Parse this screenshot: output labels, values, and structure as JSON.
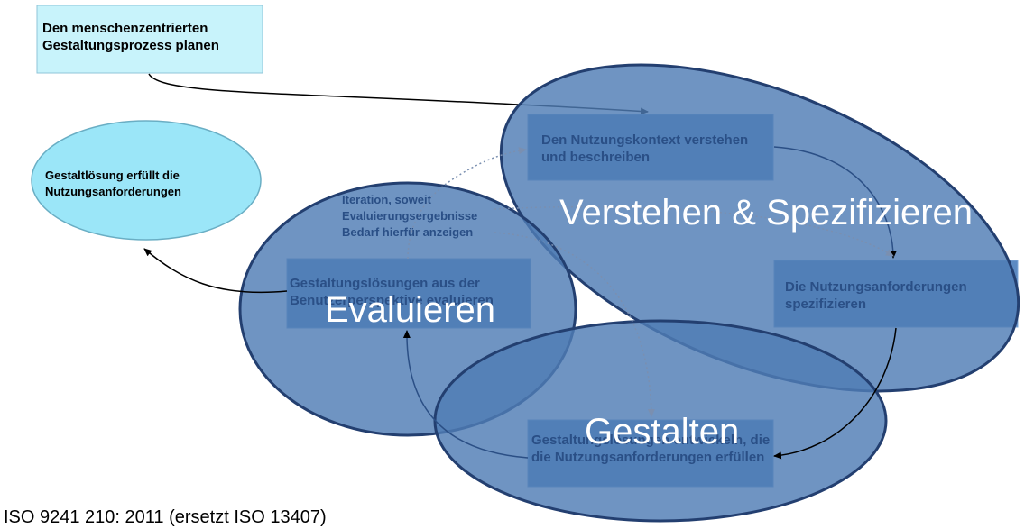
{
  "diagram": {
    "plan_box": "Den menschenzentrierten Gestaltungsprozess planen",
    "solution_ellipse": "Gestaltlösung erfüllt die Nutzungsanforderungen",
    "context_box": "Den Nutzungskontext verstehen und beschreiben",
    "requirements_box": "Die Nutzungsanforderungen spezifizieren",
    "evaluate_box": "Gestaltungslösungen aus der Benutzerperspektive evaluieren",
    "design_box": "Gestaltungslösungen entwickeln, die die Nutzungsanforderungen erfüllen",
    "iteration_note": "Iteration, soweit Evaluierungsergebnisse Bedarf hierfür anzeigen",
    "region_understand": "Verstehen & Spezifizieren",
    "region_evaluate": "Evaluieren",
    "region_design": "Gestalten"
  },
  "caption": "ISO 9241 210: 2011 (ersetzt ISO 13407)",
  "colors": {
    "ellipse_fill": "#4f7cb4",
    "ellipse_stroke": "#233f70",
    "box_fill": "#5c8ac2",
    "plan_fill": "#c8f3fb",
    "solution_fill": "#9be6f8"
  }
}
